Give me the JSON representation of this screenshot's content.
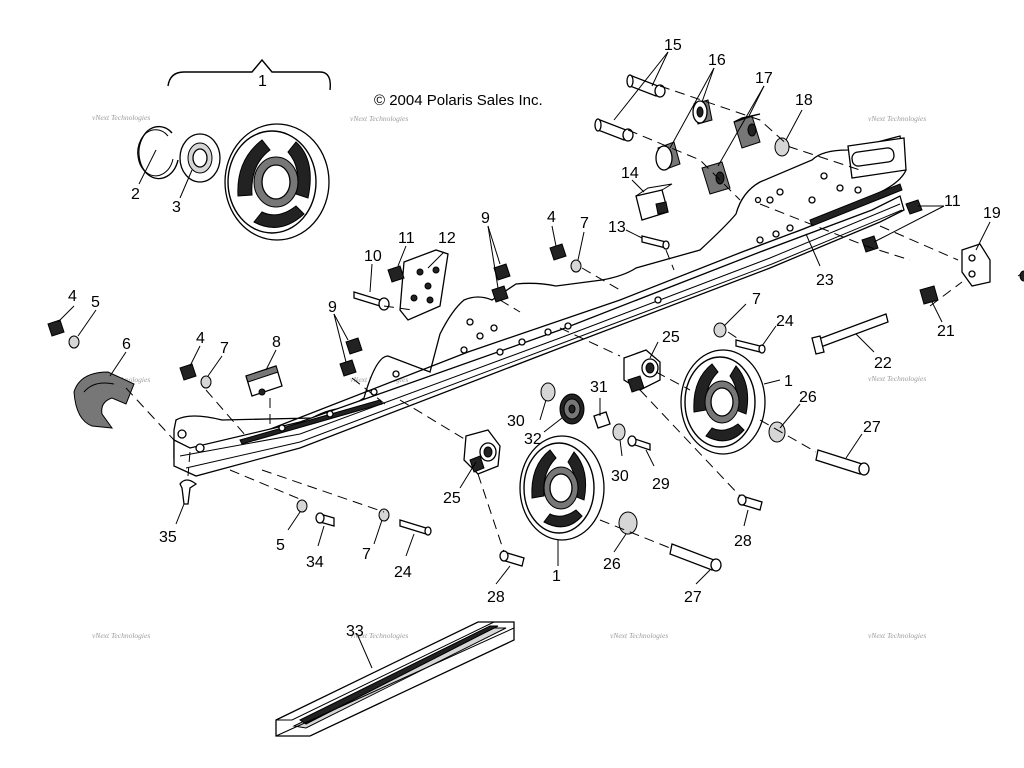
{
  "copyright": "© 2004 Polaris Sales Inc.",
  "watermark": "vNext Technologies",
  "callouts": [
    {
      "id": "c1a",
      "label": "1"
    },
    {
      "id": "c2",
      "label": "2"
    },
    {
      "id": "c3",
      "label": "3"
    },
    {
      "id": "c4a",
      "label": "4"
    },
    {
      "id": "c5a",
      "label": "5"
    },
    {
      "id": "c6",
      "label": "6"
    },
    {
      "id": "c4b",
      "label": "4"
    },
    {
      "id": "c7a",
      "label": "7"
    },
    {
      "id": "c8",
      "label": "8"
    },
    {
      "id": "c9a",
      "label": "9"
    },
    {
      "id": "c10",
      "label": "10"
    },
    {
      "id": "c11a",
      "label": "11"
    },
    {
      "id": "c12",
      "label": "12"
    },
    {
      "id": "c9b",
      "label": "9"
    },
    {
      "id": "c4c",
      "label": "4"
    },
    {
      "id": "c7b",
      "label": "7"
    },
    {
      "id": "c13",
      "label": "13"
    },
    {
      "id": "c14",
      "label": "14"
    },
    {
      "id": "c15",
      "label": "15"
    },
    {
      "id": "c16",
      "label": "16"
    },
    {
      "id": "c17",
      "label": "17"
    },
    {
      "id": "c18",
      "label": "18"
    },
    {
      "id": "c11b",
      "label": "11"
    },
    {
      "id": "c19",
      "label": "19"
    },
    {
      "id": "c23",
      "label": "23"
    },
    {
      "id": "c7c",
      "label": "7"
    },
    {
      "id": "c24a",
      "label": "24"
    },
    {
      "id": "c21",
      "label": "21"
    },
    {
      "id": "c22",
      "label": "22"
    },
    {
      "id": "c25a",
      "label": "25"
    },
    {
      "id": "c1b",
      "label": "1"
    },
    {
      "id": "c26a",
      "label": "26"
    },
    {
      "id": "c27a",
      "label": "27"
    },
    {
      "id": "c31",
      "label": "31"
    },
    {
      "id": "c30a",
      "label": "30"
    },
    {
      "id": "c32",
      "label": "32"
    },
    {
      "id": "c30b",
      "label": "30"
    },
    {
      "id": "c29",
      "label": "29"
    },
    {
      "id": "c25b",
      "label": "25"
    },
    {
      "id": "c28a",
      "label": "28"
    },
    {
      "id": "c35",
      "label": "35"
    },
    {
      "id": "c5b",
      "label": "5"
    },
    {
      "id": "c34",
      "label": "34"
    },
    {
      "id": "c7d",
      "label": "7"
    },
    {
      "id": "c24b",
      "label": "24"
    },
    {
      "id": "c1c",
      "label": "1"
    },
    {
      "id": "c26b",
      "label": "26"
    },
    {
      "id": "c28b",
      "label": "28"
    },
    {
      "id": "c27b",
      "label": "27"
    },
    {
      "id": "c33",
      "label": "33"
    }
  ]
}
